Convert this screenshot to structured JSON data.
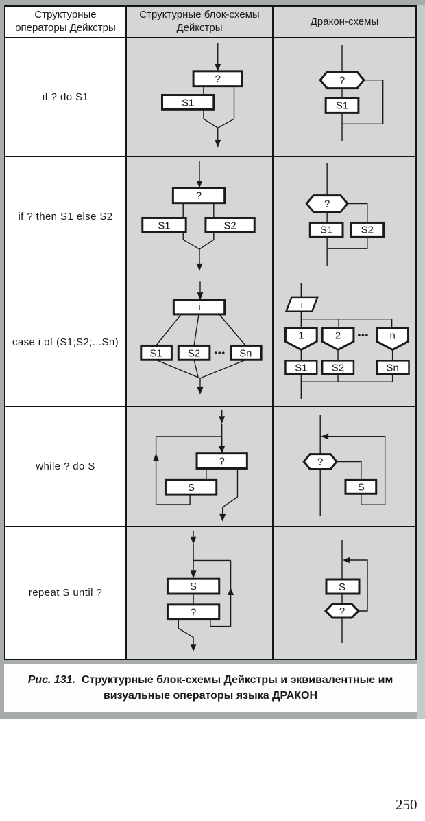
{
  "figure": {
    "table": {
      "headers": [
        {
          "label": "Структурные операторы Дейкстры"
        },
        {
          "label": "Структурные блок-схемы Дейкстры"
        },
        {
          "label": "Дракон-схемы"
        }
      ],
      "rows": [
        {
          "operator": "if ? do S1"
        },
        {
          "operator": "if ? then S1 else S2"
        },
        {
          "operator": "case i of (S1;S2;...Sn)"
        },
        {
          "operator": "while ? do S"
        },
        {
          "operator": "repeat S until ?"
        }
      ]
    },
    "glyphs": {
      "question": "?",
      "s": "S",
      "s1": "S1",
      "s2": "S2",
      "sn": "Sn",
      "i": "i",
      "one": "1",
      "two": "2",
      "n": "n",
      "ellipsis": "•••"
    },
    "caption": {
      "label": "Рис. 131.",
      "text": "Структурные блок-схемы Дейкстры и эквивалентные им визуальные операторы языка ДРАКОН"
    }
  },
  "page": {
    "number": "250"
  },
  "colors": {
    "cell_gray": "#d5d7d7",
    "frame_gray": "#a8abab",
    "frame_light": "#c7c9c9",
    "ink": "#1a1a1a"
  }
}
